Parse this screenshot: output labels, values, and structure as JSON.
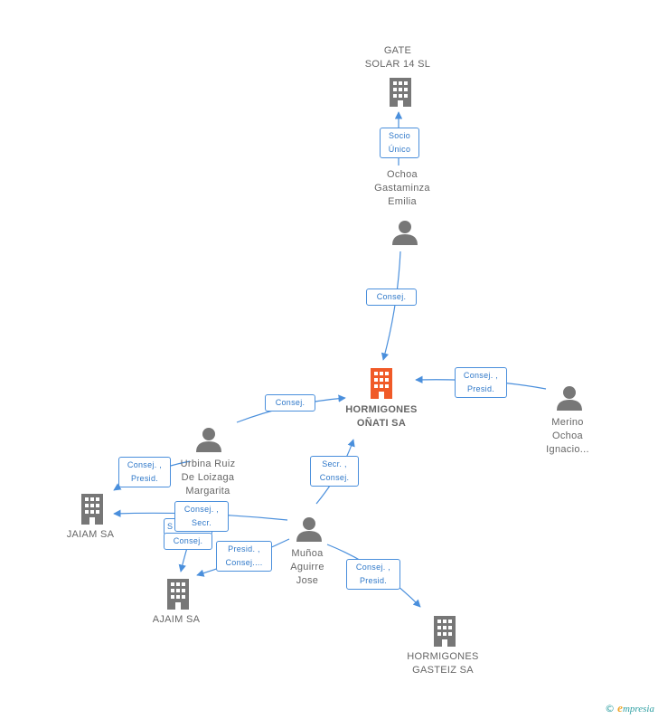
{
  "colors": {
    "company": "#777777",
    "focus_company": "#f05a28",
    "person": "#777777",
    "link": "#4a8fdc",
    "edge_text": "#2f78c9"
  },
  "nodes": {
    "gate_solar": {
      "label": "GATE\nSOLAR 14 SL",
      "icon": "building-icon"
    },
    "ochoa_gastaminza": {
      "label": "Ochoa\nGastaminza\nEmilia",
      "icon": "person-icon"
    },
    "hormigones_onati": {
      "label": "HORMIGONES\nOÑATI SA",
      "icon": "building-icon"
    },
    "merino_ochoa": {
      "label": "Merino\nOchoa\nIgnacio...",
      "icon": "person-icon"
    },
    "urbina_ruiz": {
      "label": "Urbina Ruiz\nDe Loizaga\nMargarita",
      "icon": "person-icon"
    },
    "jaiam": {
      "label": "JAIAM SA",
      "icon": "building-icon"
    },
    "munoa_aguirre": {
      "label": "Muñoa\nAguirre\nJose",
      "icon": "person-icon"
    },
    "ajaim": {
      "label": "AJAIM SA",
      "icon": "building-icon"
    },
    "hormigones_gasteiz": {
      "label": "HORMIGONES\nGASTEIZ SA",
      "icon": "building-icon"
    }
  },
  "edges": {
    "socio_unico": "Socio\nÚnico",
    "ochoa_consej": "Consej.",
    "merino_consej_presid": "Consej. ,\nPresid.",
    "urbina_consej": "Consej.",
    "urbina_jaiam": "Consej. ,\nPresid.",
    "munoa_secr_consej": "Secr. ,\nConsej.",
    "munoa_jaiam": "Consej. ,\nSecr.",
    "urbina_ajaim": "Consej.",
    "urbina_ajaim_hidden": "S",
    "munoa_ajaim": "Presid. ,\nConsej....",
    "munoa_gasteiz": "Consej. ,\nPresid."
  },
  "footer": {
    "copyright": "©",
    "brand_initial": "e",
    "brand_rest": "mpresia"
  }
}
